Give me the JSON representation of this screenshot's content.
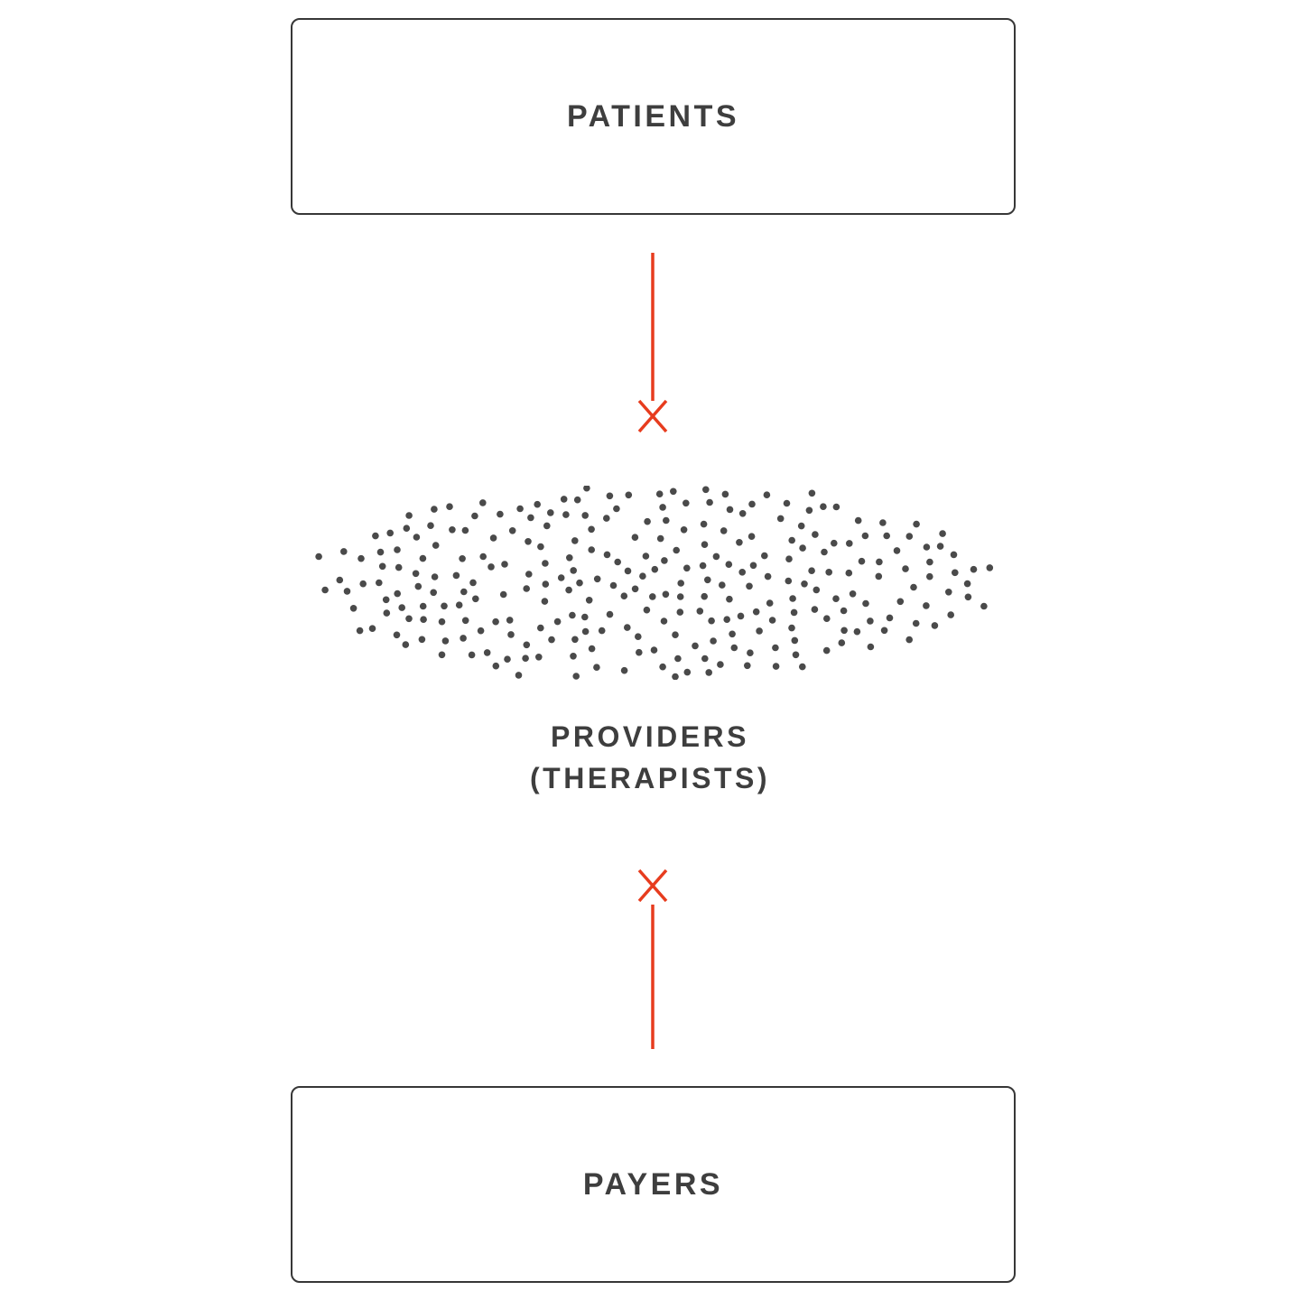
{
  "diagram": {
    "patients_label": "PATIENTS",
    "providers_label_line1": "PROVIDERS",
    "providers_label_line2": "(THERAPISTS)",
    "payers_label": "PAYERS"
  },
  "colors": {
    "arrow": "#e73c1e",
    "dot": "#4a4a4a",
    "box_border": "#373737",
    "text": "#3e3e3e",
    "background": "#ffffff"
  },
  "dots": {
    "count": 270,
    "seed": 42,
    "radius": 3.8,
    "min_spacing": 14
  }
}
